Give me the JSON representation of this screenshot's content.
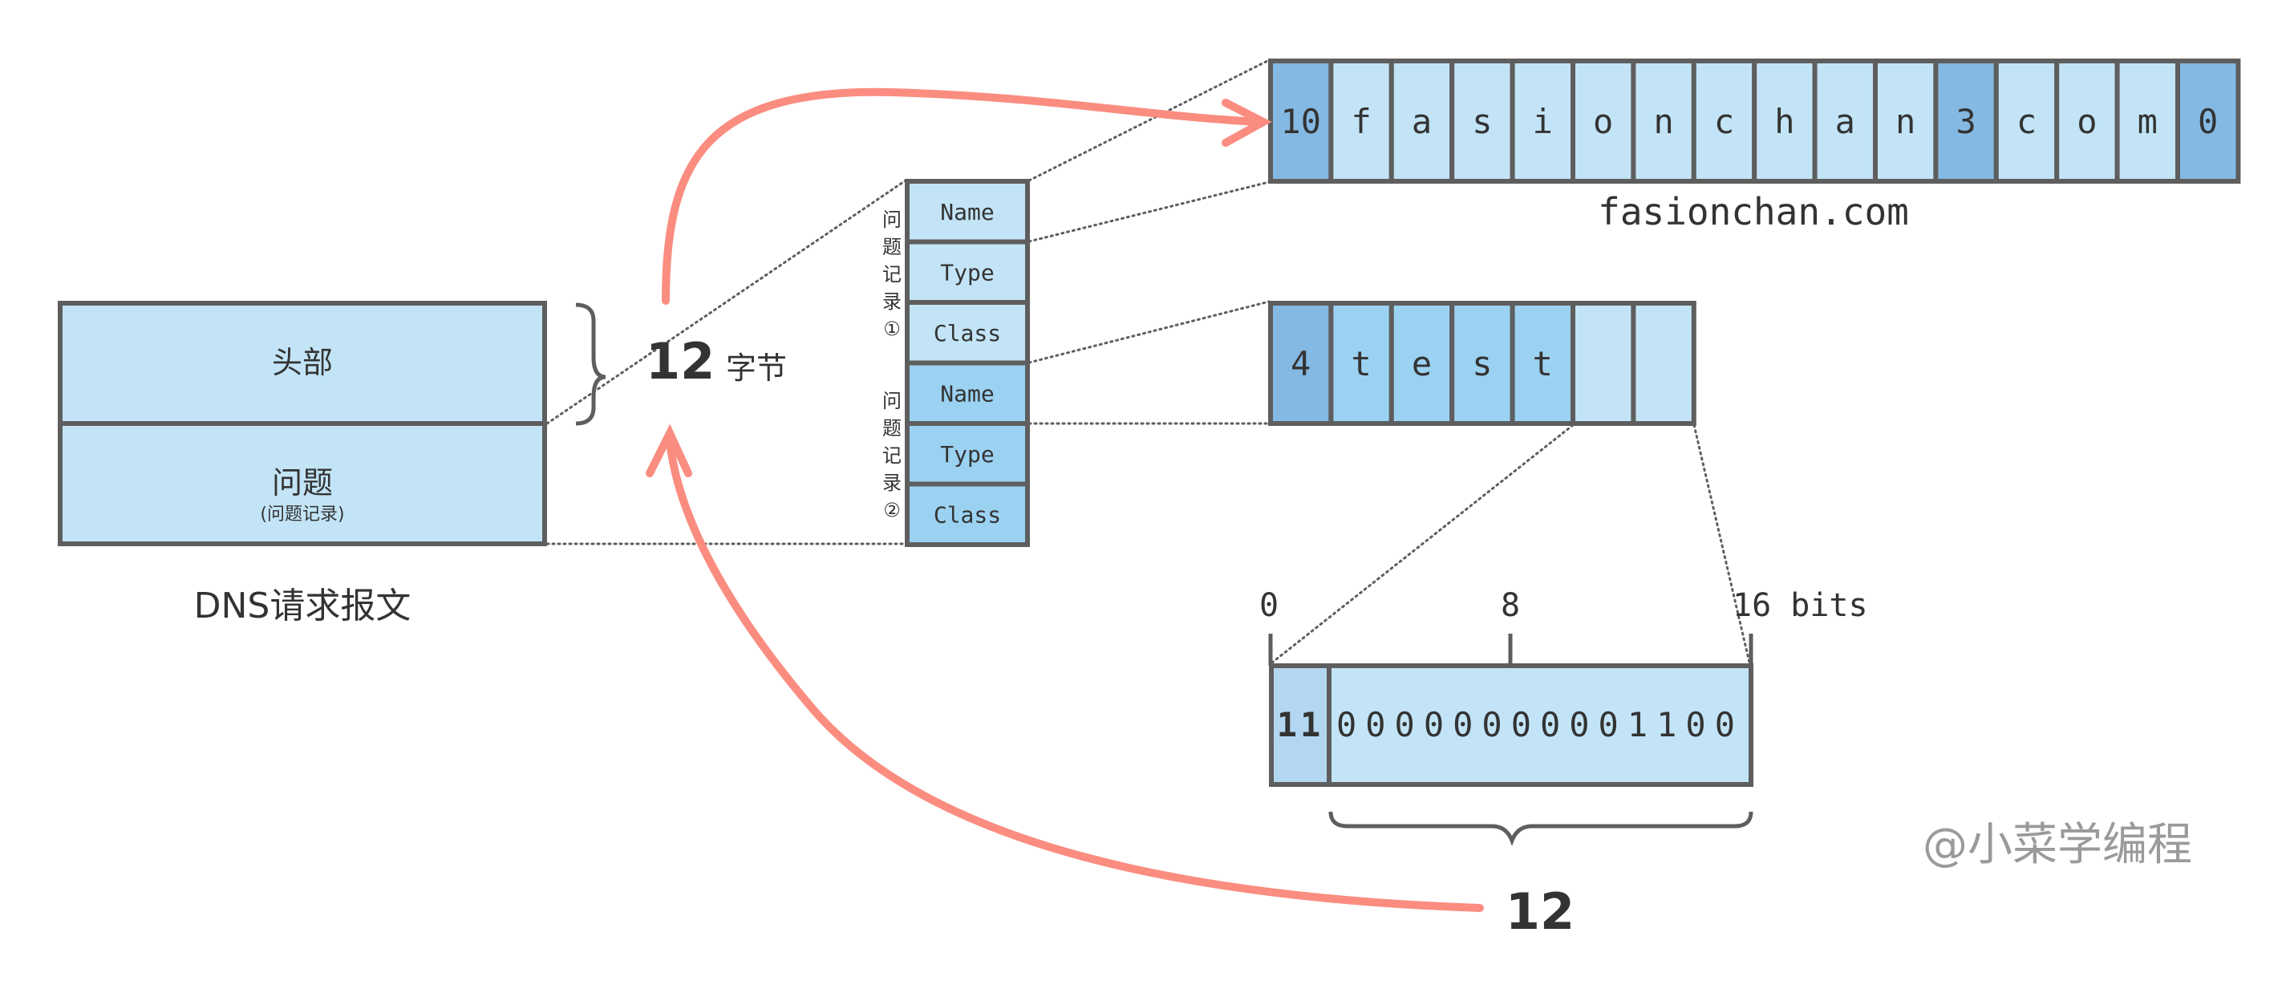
{
  "colors": {
    "light_blue": "#c2e4f6",
    "mid_blue": "#9bd2f2",
    "dark_blue": "#84b9e3",
    "bit_prefix_blue": "#b3d7f0",
    "border": "#5e5e5e",
    "arrow": "#fa8d80",
    "text": "#333333",
    "watermark": "#9a9a9a"
  },
  "dns_message": {
    "header_label": "头部",
    "question_label": "问题",
    "question_sublabel": "(问题记录)",
    "caption": "DNS请求报文"
  },
  "header_size": {
    "number": "12",
    "unit": "字节"
  },
  "question_records": [
    {
      "side_label": [
        "问",
        "题",
        "记",
        "录",
        "①"
      ],
      "fields": [
        "Name",
        "Type",
        "Class"
      ]
    },
    {
      "side_label": [
        "问",
        "题",
        "记",
        "录",
        "②"
      ],
      "fields": [
        "Name",
        "Type",
        "Class"
      ]
    }
  ],
  "name_encoding_1": {
    "cells": [
      {
        "text": "10",
        "kind": "length"
      },
      {
        "text": "f",
        "kind": "char"
      },
      {
        "text": "a",
        "kind": "char"
      },
      {
        "text": "s",
        "kind": "char"
      },
      {
        "text": "i",
        "kind": "char"
      },
      {
        "text": "o",
        "kind": "char"
      },
      {
        "text": "n",
        "kind": "char"
      },
      {
        "text": "c",
        "kind": "char"
      },
      {
        "text": "h",
        "kind": "char"
      },
      {
        "text": "a",
        "kind": "char"
      },
      {
        "text": "n",
        "kind": "char"
      },
      {
        "text": "3",
        "kind": "length"
      },
      {
        "text": "c",
        "kind": "char"
      },
      {
        "text": "o",
        "kind": "char"
      },
      {
        "text": "m",
        "kind": "char"
      },
      {
        "text": "0",
        "kind": "length"
      }
    ],
    "caption": "fasionchan.com"
  },
  "name_encoding_2": {
    "cells": [
      {
        "text": "4",
        "kind": "length"
      },
      {
        "text": "t",
        "kind": "char2"
      },
      {
        "text": "e",
        "kind": "char2"
      },
      {
        "text": "s",
        "kind": "char2"
      },
      {
        "text": "t",
        "kind": "char2"
      },
      {
        "text": "",
        "kind": "pointer"
      },
      {
        "text": "",
        "kind": "pointer"
      }
    ]
  },
  "pointer_bits": {
    "scale_labels": [
      "0",
      "8",
      "16 bits"
    ],
    "prefix": "11",
    "offset_bits": "00000000001100",
    "offset_value": "12"
  },
  "watermark": "@小菜学编程"
}
